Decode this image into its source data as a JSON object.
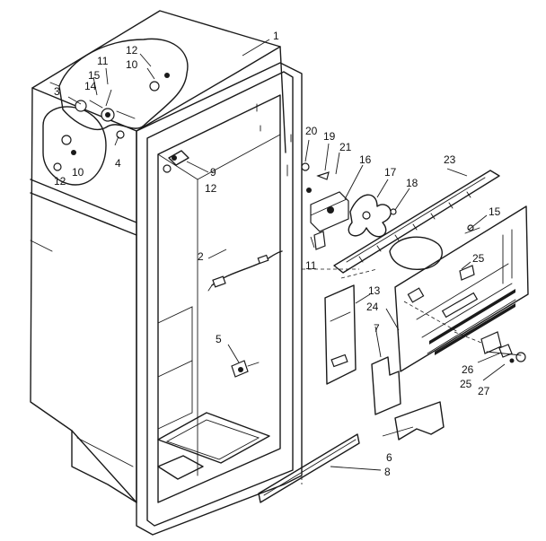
{
  "diagram": {
    "part_labels": [
      {
        "id": "p1",
        "text": "1"
      },
      {
        "id": "p2",
        "text": "2"
      },
      {
        "id": "p3",
        "text": "3"
      },
      {
        "id": "p4",
        "text": "4"
      },
      {
        "id": "p5",
        "text": "5"
      },
      {
        "id": "p6",
        "text": "6"
      },
      {
        "id": "p7",
        "text": "7"
      },
      {
        "id": "p8",
        "text": "8"
      },
      {
        "id": "p9",
        "text": "9"
      },
      {
        "id": "p10a",
        "text": "10"
      },
      {
        "id": "p10b",
        "text": "10"
      },
      {
        "id": "p11a",
        "text": "11"
      },
      {
        "id": "p11b",
        "text": "11"
      },
      {
        "id": "p12a",
        "text": "12"
      },
      {
        "id": "p12b",
        "text": "12"
      },
      {
        "id": "p12c",
        "text": "12"
      },
      {
        "id": "p13",
        "text": "13"
      },
      {
        "id": "p14",
        "text": "14"
      },
      {
        "id": "p15a",
        "text": "15"
      },
      {
        "id": "p15b",
        "text": "15"
      },
      {
        "id": "p16",
        "text": "16"
      },
      {
        "id": "p17",
        "text": "17"
      },
      {
        "id": "p18",
        "text": "18"
      },
      {
        "id": "p19",
        "text": "19"
      },
      {
        "id": "p20",
        "text": "20"
      },
      {
        "id": "p21",
        "text": "21"
      },
      {
        "id": "p23",
        "text": "23"
      },
      {
        "id": "p24",
        "text": "24"
      },
      {
        "id": "p25a",
        "text": "25"
      },
      {
        "id": "p25b",
        "text": "25"
      },
      {
        "id": "p26",
        "text": "26"
      },
      {
        "id": "p27",
        "text": "27"
      }
    ]
  }
}
